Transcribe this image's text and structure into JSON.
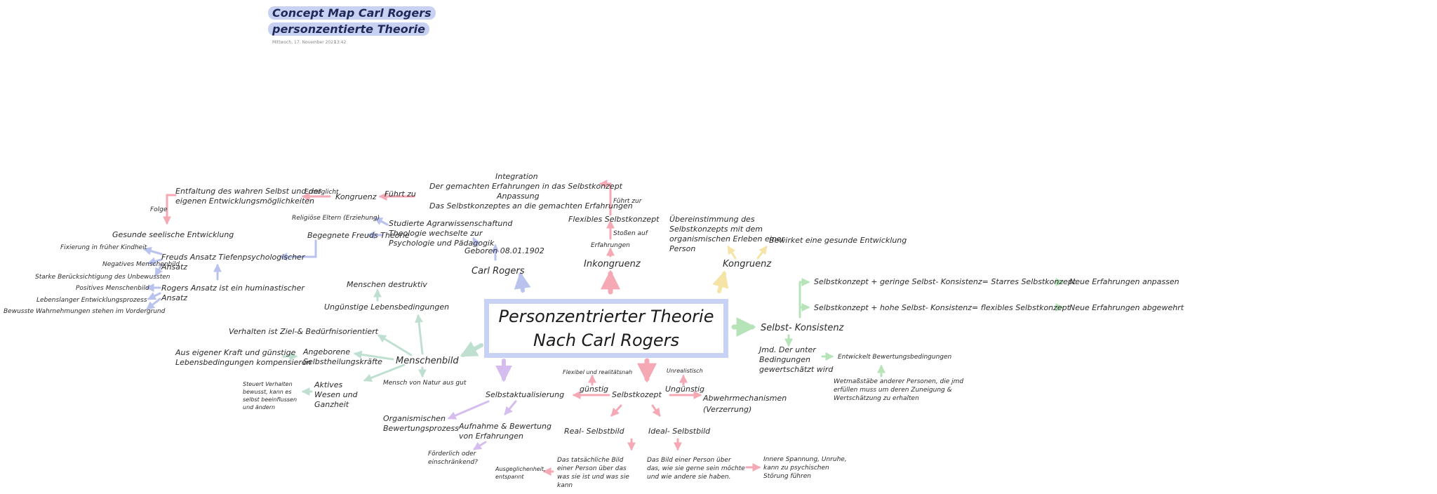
{
  "header": {
    "title_line1": "Concept Map Carl Rogers",
    "title_line2": "personzentierte Theorie",
    "date": "Mittwoch, 17. November 2021",
    "time": "13:42"
  },
  "center": {
    "line1": "Personzentrierter Theorie",
    "line2": "Nach Carl Rogers"
  },
  "colors": {
    "blue": "#b9c3ee",
    "pink": "#f4a9b4",
    "yellow": "#f6e3a6",
    "green": "#b6e3b8",
    "purple": "#d6bdf0",
    "mint": "#bfe0d0"
  },
  "rogers": {
    "name": "Carl Rogers",
    "born": "Geboren 08.01.1902",
    "study": [
      "Studierte Agrarwissenschaftund",
      "Theologie wechselte zur",
      "Psychologie und Pädagogik"
    ],
    "parents": "Religiöse Eltern (Erziehung)",
    "met_freud": "Begegnete Freuds Theorie",
    "freud_approach": [
      "Freuds Ansatz Tiefenpsychologischer",
      "Ansatz"
    ],
    "freud_points": [
      "Fixierung in früher Kindheit",
      "Negatives Menschenbild",
      "Starke Berücksichtigung des Unbewussten"
    ],
    "rogers_approach": [
      "Rogers Ansatz ist ein huminastischer",
      "Ansatz"
    ],
    "rogers_points": [
      "Positives Menschenbild",
      "Lebenslanger Entwicklungsprozess",
      "Bewusste Wahrnehmungen stehen im Vordergrund"
    ],
    "gesunde": "Gesunde seelische Entwicklung",
    "folge": "Folge",
    "entfaltung": [
      "Entfaltung des wahren Selbst und der",
      "eigenen Entwicklungsmöglichkeiten"
    ],
    "ermoeglicht": "Ermöglicht",
    "kongruenz": "Kongruenz",
    "fuehrt_zu": "Führt zu"
  },
  "inkongruenz": {
    "label": "Inkongruenz",
    "erfahrungen": "Erfahrungen",
    "stossen_auf": "Stoßen auf",
    "flexibel": "Flexibles Selbstkonzept",
    "fuehrt_zur": "Führt zur",
    "integration": [
      "Integration",
      "Der gemachten Erfahrungen in das Selbstkonzept",
      "Anpassung",
      "Das Selbstkonzeptes an die gemachten Erfahrungen"
    ]
  },
  "kongruenz": {
    "label": "Kongruenz",
    "desc": [
      "Übereinstimmung des",
      "Selbstkonzepts mit dem",
      "organismischen Erleben einer",
      "Person"
    ],
    "bewirkt": "Bewirket eine gesunde Entwicklung"
  },
  "konsistenz": {
    "label": "Selbst- Konsistenz",
    "row1": "Selbstkonzept + geringe Selbst- Konsistenz= Starres Selbstkonzept",
    "row1_out": "Neue Erfahrungen anpassen",
    "row2": "Selbstkonzept + hohe Selbst- Konsistenz= flexibles Selbstkonzept",
    "row2_out": "Neue Erfahrungen abgewehrt",
    "bewertet": [
      "Jmd. Der unter",
      "Bedingungen",
      "gewertschätzt wird"
    ],
    "entwickelt": "Entwickelt Bewertungsbedingungen",
    "massstaebe": [
      "Wetmaßstäbe anderer Personen, die jmd",
      "erfüllen muss um deren Zuneigung &",
      "Wertschätzung zu erhalten"
    ]
  },
  "menschenbild": {
    "label": "Menschenbild",
    "destruktiv": "Menschen destruktiv",
    "unguenstig": "Ungünstige Lebensbedingungen",
    "ziel": "Verhalten ist Ziel-& Bedürfnisorientiert",
    "kraefte": [
      "Angeborene",
      "Selbstheilungskräfte"
    ],
    "kompensieren": [
      "Aus eigener Kraft und günstige",
      "Lebensbedingungen kompensieren"
    ],
    "aktives": [
      "Aktives",
      "Wesen und",
      "Ganzheit"
    ],
    "steuert": [
      "Steuert Verhalten",
      "bewusst, kann es",
      "selbst beeinflussen",
      "und ändern"
    ],
    "natur": "Mensch von Natur aus gut"
  },
  "selbstakt": {
    "label": "Selbstaktualisierung",
    "org": [
      "Organismischen",
      "Bewertungsprozess"
    ],
    "aufnahme": [
      "Aufnahme & Bewertung",
      "von Erfahrungen"
    ],
    "foerderlich": [
      "Förderlich oder",
      "einschränkend?"
    ]
  },
  "selbstkonzept": {
    "label": "Selbstkozept",
    "guenstig": "günstig",
    "flexibel_realist": "Flexibel und realitätsnah",
    "unguenstig": "Ungünstig",
    "unrealistisch": "Unrealistisch",
    "abwehr": [
      "Abwehrmechanismen",
      "(Verzerrung)"
    ],
    "real": "Real- Selbstbild",
    "real_desc": [
      "Das tatsächliche Bild",
      "einer Person über das",
      "was sie ist und was sie",
      "kann"
    ],
    "ausgeglichen": [
      "Ausgeglichenheit,",
      "entspannt"
    ],
    "ideal": "Ideal- Selbstbild",
    "ideal_desc": [
      "Das Bild einer Person über",
      "das, wie sie gerne sein möchte",
      "und wie andere sie haben."
    ],
    "spannung": [
      "Innere Spannung, Unruhe,",
      "kann zu psychischen",
      "Störung führen"
    ]
  }
}
